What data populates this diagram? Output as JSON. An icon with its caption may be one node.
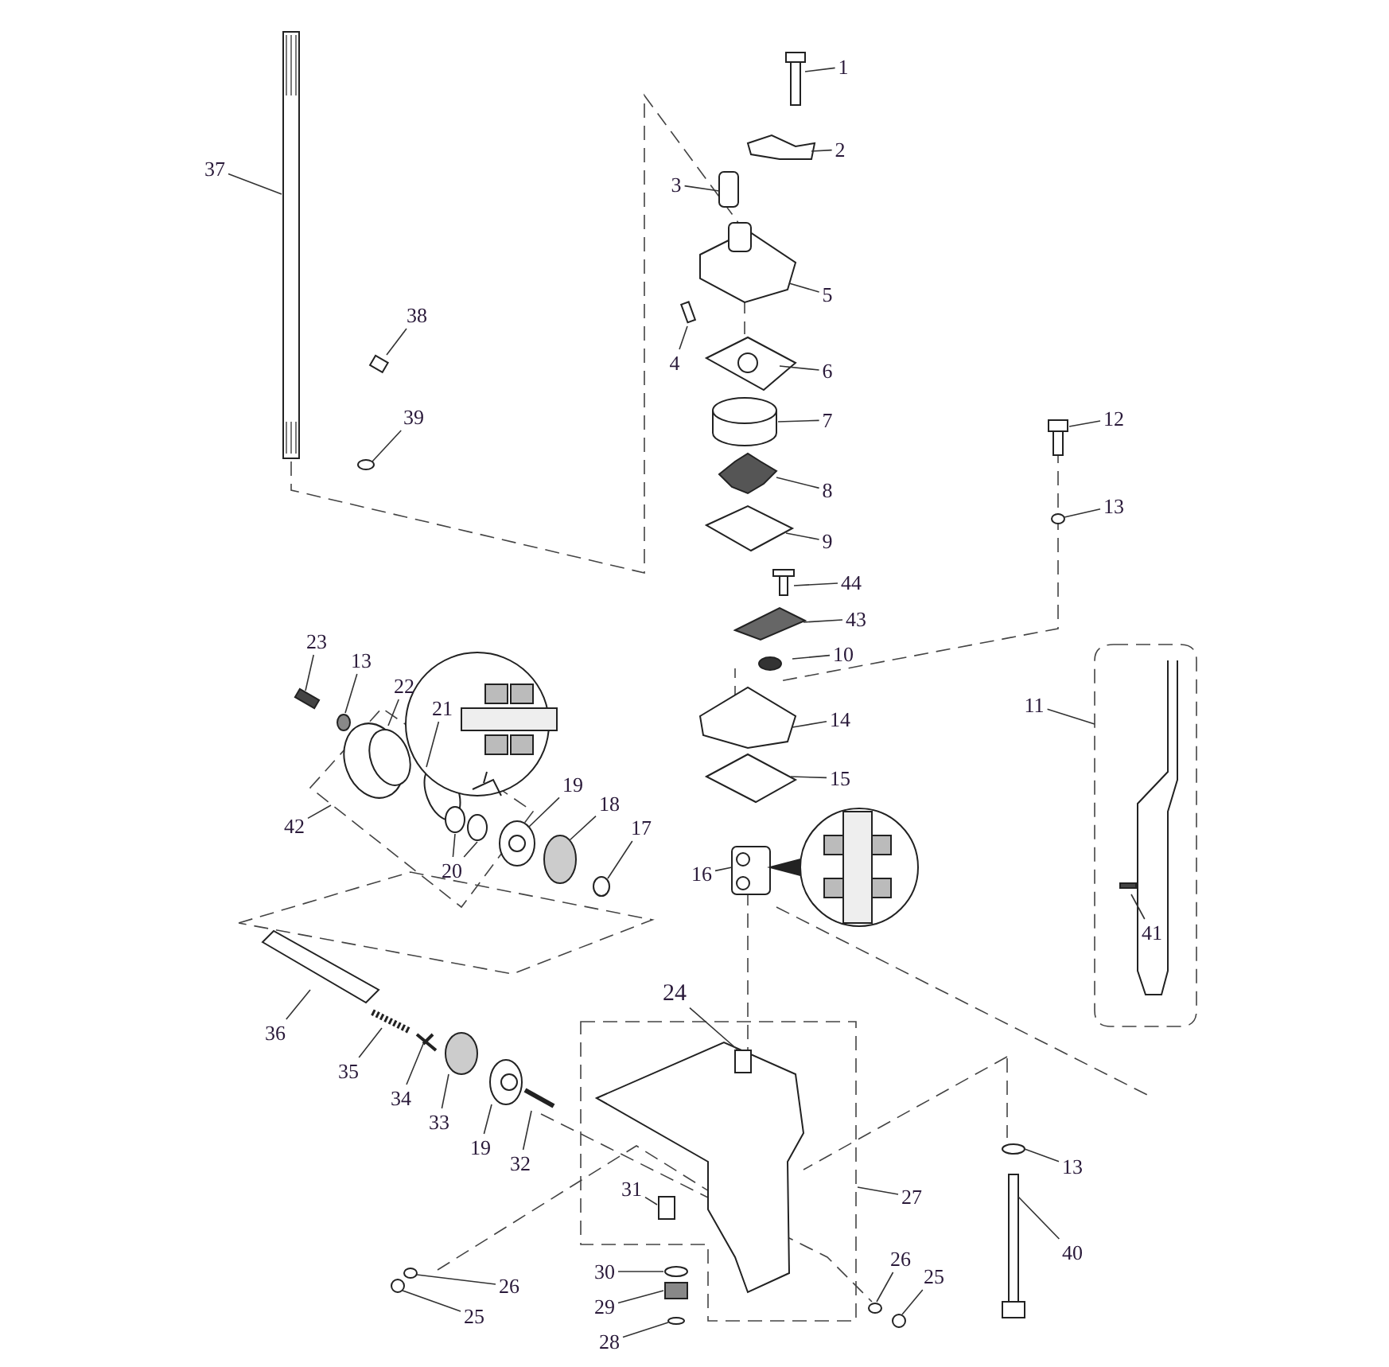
{
  "diagram": {
    "nodes": [
      {
        "text": [
          "1"
        ]
      },
      {
        "text": [
          "2"
        ]
      },
      {
        "text": [
          "3"
        ]
      },
      {
        "text": [
          "37"
        ]
      },
      {
        "text": [
          "5"
        ]
      },
      {
        "text": [
          "38"
        ]
      },
      {
        "text": [
          "4"
        ]
      },
      {
        "text": [
          "6"
        ]
      },
      {
        "text": [
          "39"
        ]
      },
      {
        "text": [
          "7"
        ]
      },
      {
        "text": [
          "12"
        ]
      },
      {
        "text": [
          "8"
        ]
      },
      {
        "text": [
          "13"
        ]
      },
      {
        "text": [
          "9"
        ]
      },
      {
        "text": [
          "44"
        ]
      },
      {
        "text": [
          "43"
        ]
      },
      {
        "text": [
          "23"
        ]
      },
      {
        "text": [
          "10"
        ]
      },
      {
        "text": [
          "13"
        ]
      },
      {
        "text": [
          "22"
        ]
      },
      {
        "text": [
          "21"
        ]
      },
      {
        "text": [
          "11"
        ]
      },
      {
        "text": [
          "14"
        ]
      },
      {
        "text": [
          "15"
        ]
      },
      {
        "text": [
          "19"
        ]
      },
      {
        "text": [
          "18"
        ]
      },
      {
        "text": [
          "17"
        ]
      },
      {
        "text": [
          "42"
        ]
      },
      {
        "text": [
          "20"
        ]
      },
      {
        "text": [
          "16"
        ]
      },
      {
        "text": [
          "41"
        ]
      },
      {
        "text": [
          "24"
        ]
      },
      {
        "text": [
          "36"
        ]
      },
      {
        "text": [
          "35"
        ]
      },
      {
        "text": [
          "34"
        ]
      },
      {
        "text": [
          "33"
        ]
      },
      {
        "text": [
          "19"
        ]
      },
      {
        "text": [
          "32"
        ]
      },
      {
        "text": [
          "13"
        ]
      },
      {
        "text": [
          "31"
        ]
      },
      {
        "text": [
          "27"
        ]
      },
      {
        "text": [
          "40"
        ]
      },
      {
        "text": [
          "30"
        ]
      },
      {
        "text": [
          "26"
        ]
      },
      {
        "text": [
          "25"
        ]
      },
      {
        "text": [
          "26"
        ]
      },
      {
        "text": [
          "29"
        ]
      },
      {
        "text": [
          "25"
        ]
      },
      {
        "text": [
          "28"
        ]
      }
    ],
    "edges": [
      {
        "from": 0,
        "to": null,
        "arrow": "none"
      },
      {
        "from": 1,
        "to": null,
        "arrow": "none"
      },
      {
        "from": 2,
        "to": null,
        "arrow": "none"
      },
      {
        "from": 3,
        "to": null,
        "arrow": "none"
      },
      {
        "from": 4,
        "to": null,
        "arrow": "none"
      },
      {
        "from": 5,
        "to": null,
        "arrow": "none"
      },
      {
        "from": 6,
        "to": null,
        "arrow": "none"
      },
      {
        "from": 7,
        "to": null,
        "arrow": "none"
      },
      {
        "from": 8,
        "to": null,
        "arrow": "none"
      },
      {
        "from": 9,
        "to": null,
        "arrow": "none"
      },
      {
        "from": 10,
        "to": null,
        "arrow": "none"
      },
      {
        "from": 11,
        "to": null,
        "arrow": "none"
      },
      {
        "from": 12,
        "to": null,
        "arrow": "none"
      },
      {
        "from": 13,
        "to": null,
        "arrow": "none"
      },
      {
        "from": 14,
        "to": null,
        "arrow": "none"
      },
      {
        "from": 15,
        "to": null,
        "arrow": "none"
      },
      {
        "from": 16,
        "to": null,
        "arrow": "none"
      },
      {
        "from": 17,
        "to": null,
        "arrow": "none"
      },
      {
        "from": 18,
        "to": null,
        "arrow": "none"
      },
      {
        "from": 19,
        "to": null,
        "arrow": "none"
      },
      {
        "from": 20,
        "to": null,
        "arrow": "none"
      },
      {
        "from": 21,
        "to": null,
        "arrow": "none"
      },
      {
        "from": 22,
        "to": null,
        "arrow": "none"
      },
      {
        "from": 23,
        "to": null,
        "arrow": "none"
      },
      {
        "from": 24,
        "to": null,
        "arrow": "none"
      },
      {
        "from": 25,
        "to": null,
        "arrow": "none"
      },
      {
        "from": 26,
        "to": null,
        "arrow": "none"
      },
      {
        "from": 27,
        "to": null,
        "arrow": "none"
      },
      {
        "from": 28,
        "to": null,
        "arrow": "none"
      },
      {
        "from": 28,
        "to": null,
        "arrow": "none"
      },
      {
        "from": 29,
        "to": null,
        "arrow": "none"
      },
      {
        "from": 30,
        "to": null,
        "arrow": "none"
      },
      {
        "from": 31,
        "to": null,
        "arrow": "none"
      },
      {
        "from": 32,
        "to": null,
        "arrow": "none"
      },
      {
        "from": 33,
        "to": null,
        "arrow": "none"
      },
      {
        "from": 34,
        "to": null,
        "arrow": "none"
      },
      {
        "from": 35,
        "to": null,
        "arrow": "none"
      },
      {
        "from": 36,
        "to": null,
        "arrow": "none"
      },
      {
        "from": 37,
        "to": null,
        "arrow": "none"
      },
      {
        "from": 38,
        "to": null,
        "arrow": "none"
      },
      {
        "from": 39,
        "to": null,
        "arrow": "none"
      },
      {
        "from": 40,
        "to": null,
        "arrow": "none"
      },
      {
        "from": 41,
        "to": null,
        "arrow": "none"
      },
      {
        "from": 42,
        "to": null,
        "arrow": "none"
      },
      {
        "from": 43,
        "to": null,
        "arrow": "none"
      },
      {
        "from": 44,
        "to": null,
        "arrow": "none"
      },
      {
        "from": 45,
        "to": null,
        "arrow": "none"
      },
      {
        "from": 46,
        "to": null,
        "arrow": "none"
      },
      {
        "from": 47,
        "to": null,
        "arrow": "none"
      },
      {
        "from": 48,
        "to": null,
        "arrow": "none"
      }
    ]
  }
}
